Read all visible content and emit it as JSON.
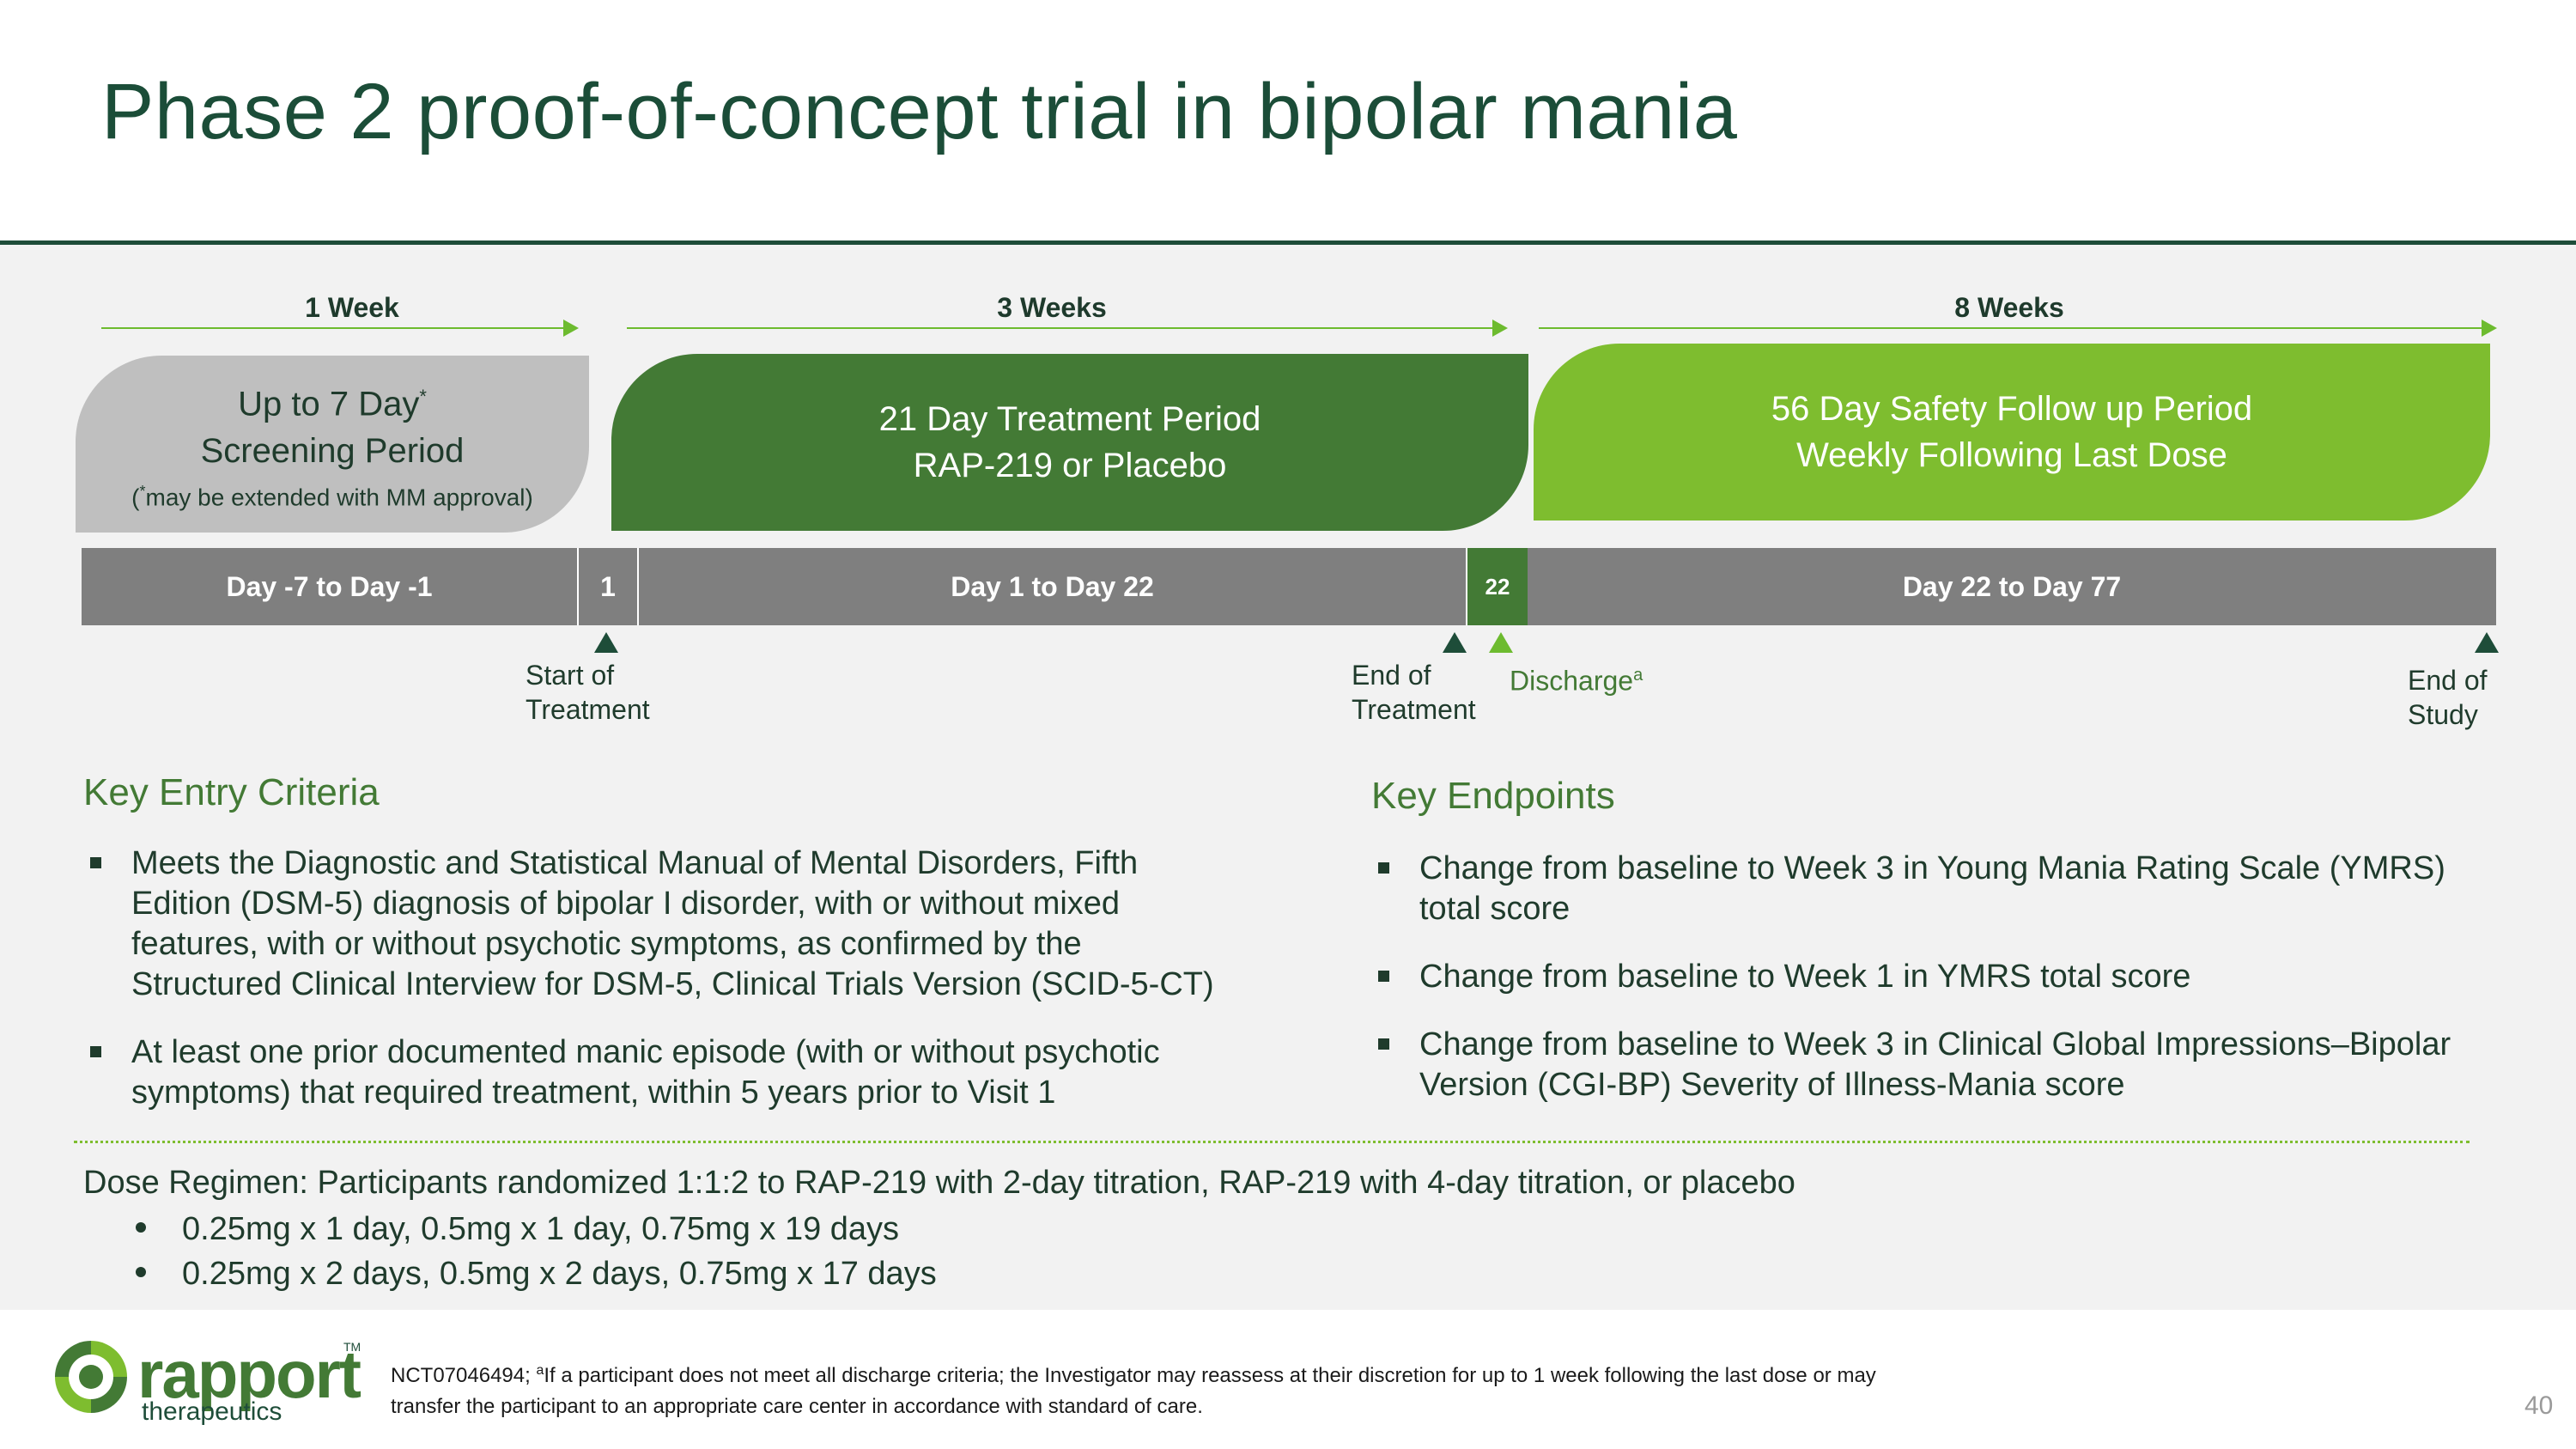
{
  "title": "Phase 2 proof-of-concept trial in bipolar mania",
  "timeline": {
    "weeks": [
      "1 Week",
      "3 Weeks",
      "8 Weeks"
    ],
    "screening": {
      "line1": "Up to 7 Day",
      "line1_sup": "*",
      "line2": "Screening Period",
      "note_sup": "*",
      "note": "may be extended with MM approval"
    },
    "treatment": {
      "line1": "21 Day Treatment Period",
      "line2": "RAP-219 or Placebo"
    },
    "followup": {
      "line1": "56 Day Safety Follow up Period",
      "line2": "Weekly Following Last Dose"
    },
    "days": [
      "Day -7 to Day -1",
      "1",
      "Day 1 to Day 22",
      "22",
      "Day 22 to Day 77"
    ],
    "markers": {
      "start_l1": "Start of",
      "start_l2": "Treatment",
      "end_treat_l1": "End of",
      "end_treat_l2": "Treatment",
      "discharge": "Discharge",
      "discharge_sup": "a",
      "end_study_l1": "End of",
      "end_study_l2": "Study"
    }
  },
  "entry_criteria": {
    "heading": "Key Entry Criteria",
    "items": [
      [
        "Meets the Diagnostic and Statistical Manual of Mental Disorders, Fifth",
        "Edition (DSM-5) diagnosis of bipolar I disorder, with or without mixed",
        "features, with or without psychotic symptoms, as confirmed by the",
        "Structured Clinical Interview for DSM-5, Clinical Trials Version (SCID-5-CT)"
      ],
      [
        "At least one prior documented manic episode (with or without psychotic",
        "symptoms) that required treatment, within 5 years prior to Visit 1"
      ]
    ]
  },
  "endpoints": {
    "heading": "Key Endpoints",
    "items": [
      [
        "Change from baseline to Week 3 in Young Mania Rating Scale (YMRS)",
        "total score"
      ],
      [
        "Change from baseline to Week 1 in YMRS total score"
      ],
      [
        "Change from baseline to Week 3 in Clinical Global Impressions–Bipolar",
        "Version (CGI-BP) Severity of Illness-Mania score"
      ]
    ]
  },
  "dose": {
    "text": "Dose Regimen: Participants randomized 1:1:2 to RAP-219 with 2-day titration, RAP-219 with 4-day titration, or placebo",
    "items": [
      "0.25mg x 1 day, 0.5mg x 1 day, 0.75mg x 19 days",
      "0.25mg x 2 days, 0.5mg x 2 days, 0.75mg x 17 days"
    ]
  },
  "footer": {
    "footnote_prefix": "NCT07046494; ",
    "footnote_sup": "a",
    "footnote_l1": "If a participant does not meet all discharge criteria; the Investigator may reassess at their discretion for up to 1 week following the last dose or may",
    "footnote_l2": "transfer the participant to an appropriate care center in accordance with standard of care.",
    "page_number": "40",
    "logo_word": "rapport",
    "logo_tm": "TM",
    "logo_sub": "therapeutics"
  },
  "colors": {
    "dark_green": "#1e4d39",
    "mid_green": "#437a35",
    "light_green": "#7ebd2f",
    "gray": "#7f7f7f",
    "light_gray": "#bfbfbf"
  }
}
